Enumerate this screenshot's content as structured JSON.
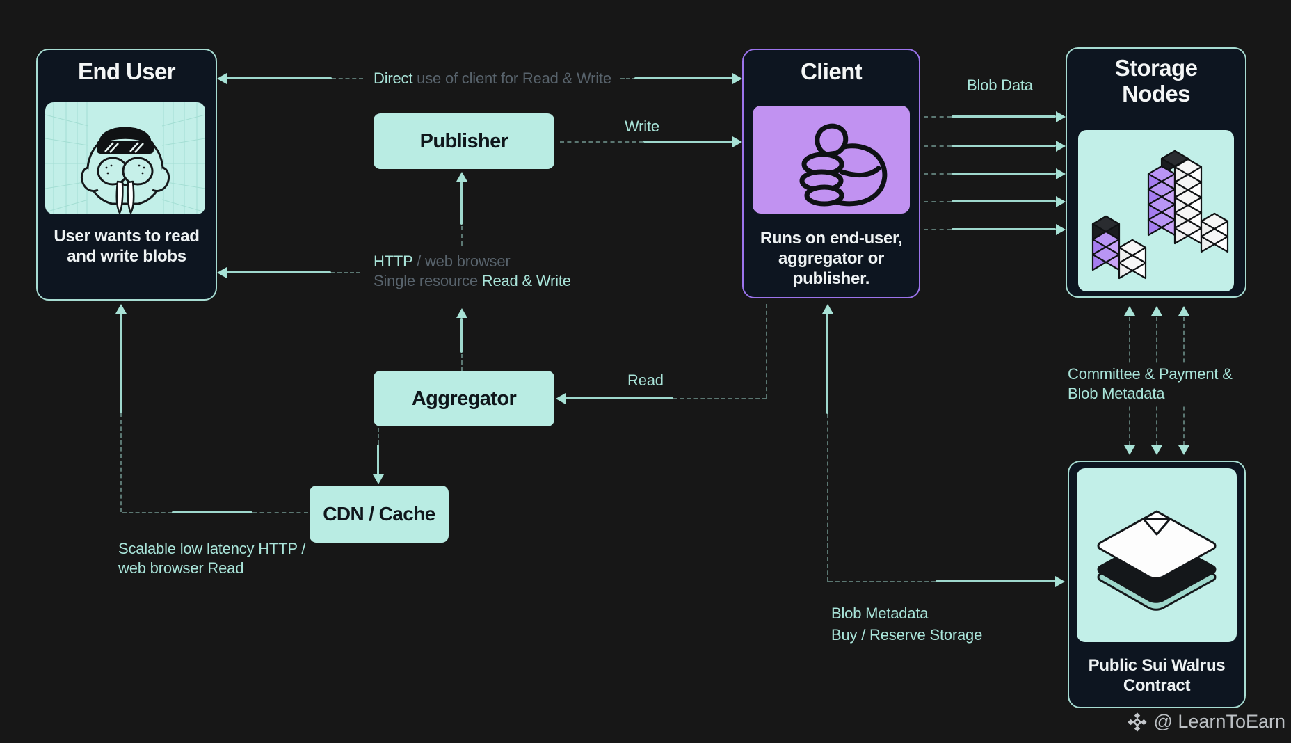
{
  "colors": {
    "background": "#171717",
    "card_navy": "#0d1520",
    "mint": "#b9ece3",
    "mint_text": "#a9e4d9",
    "mint_line": "#9fd8cd",
    "purple_border": "#9c74ec",
    "purple_panel": "#c192f1",
    "dim_gray_text": "#58636c",
    "white_text": "#f4f6f6"
  },
  "nodes": {
    "end_user": {
      "title": "End User",
      "caption": "User wants to read and write blobs"
    },
    "publisher": {
      "label": "Publisher"
    },
    "client": {
      "title": "Client",
      "caption": "Runs on end-user, aggregator or publisher."
    },
    "storage_nodes": {
      "title": "Storage Nodes"
    },
    "aggregator": {
      "label": "Aggregator"
    },
    "cdn_cache": {
      "label": "CDN / Cache"
    },
    "sui_contract": {
      "caption": "Public Sui Walrus Contract"
    }
  },
  "edge_labels": {
    "direct": {
      "highlight": "Direct",
      "rest": " use of client for Read & Write"
    },
    "write": "Write",
    "blob_data": "Blob Data",
    "http": {
      "highlight": "HTTP",
      "rest": " / web browser"
    },
    "single": {
      "rest": "Single resource ",
      "highlight": "Read & Write"
    },
    "read": "Read",
    "scalable": {
      "line1": "Scalable low latency HTTP /",
      "line2": "web browser Read"
    },
    "committee": {
      "line1": "Committee & Payment &",
      "line2": "Blob Metadata"
    },
    "blob_metadata": {
      "line1": "Blob Metadata",
      "line2": "Buy / Reserve Storage"
    }
  },
  "watermark": {
    "text": "@ LearnToEarn"
  },
  "icons": {
    "end_user_illustration": "walrus-with-beanie-and-sunglasses",
    "client_illustration": "thumbs-up",
    "storage_illustration": "isometric-cube-stacks",
    "contract_illustration": "stacked-papers",
    "watermark_icon": "binance-diamond"
  }
}
